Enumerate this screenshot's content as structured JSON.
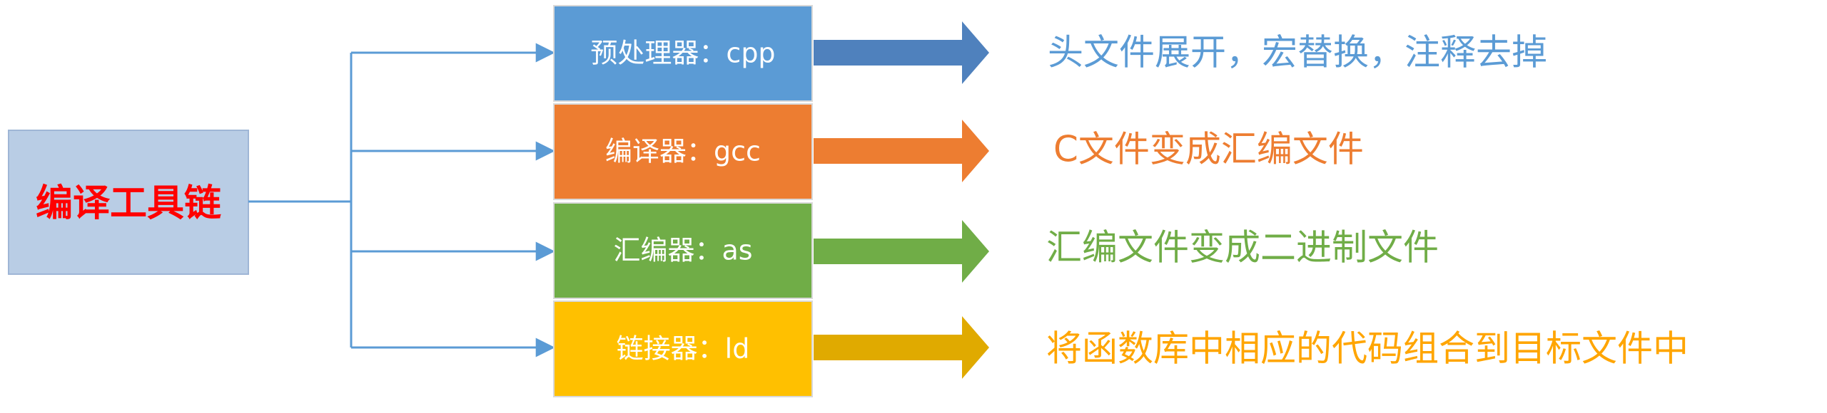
{
  "root": {
    "label": "编译工具链",
    "text_color": "#ff0000",
    "fill": "#b9cde5"
  },
  "stages": [
    {
      "label": "预处理器：cpp",
      "description": "头文件展开，宏替换，注释去掉",
      "color": "#5b9bd5",
      "arrow_color": "#4f81bd",
      "text_color": "#5b9bd5"
    },
    {
      "label": "编译器：gcc",
      "description": "C文件变成汇编文件",
      "color": "#ed7d31",
      "arrow_color": "#ed7d31",
      "text_color": "#ed7d31"
    },
    {
      "label": "汇编器：as",
      "description": "汇编文件变成二进制文件",
      "color": "#70ad47",
      "arrow_color": "#70ad47",
      "text_color": "#70ad47"
    },
    {
      "label": "链接器：ld",
      "description": "将函数库中相应的代码组合到目标文件中",
      "color": "#ffc000",
      "arrow_color": "#e0aa00",
      "text_color": "#ffa500"
    }
  ],
  "connector_color": "#5b9bd5"
}
